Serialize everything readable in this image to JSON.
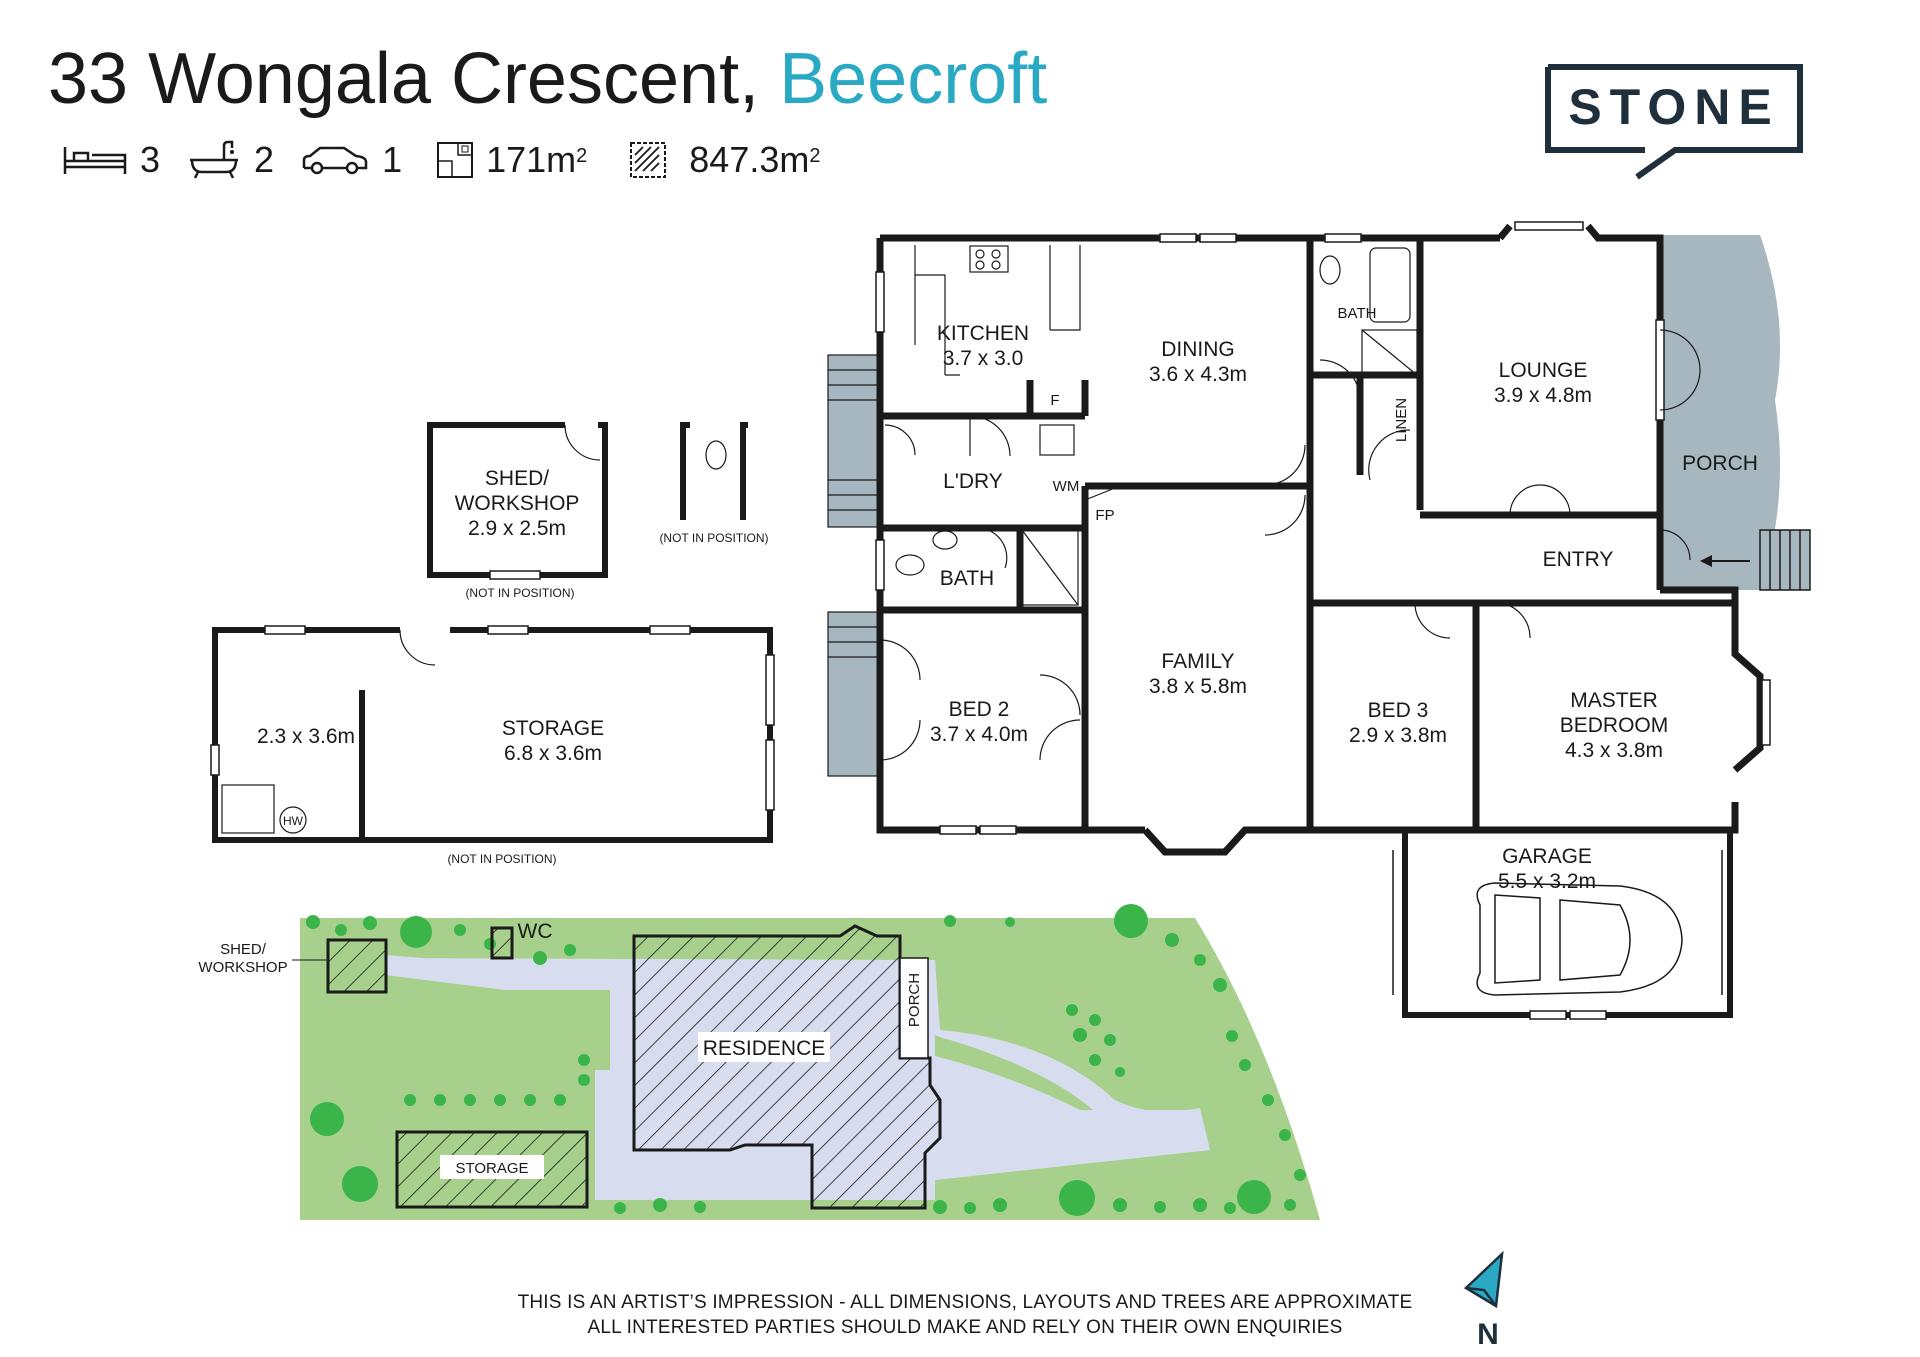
{
  "header": {
    "address_main": "33 Wongala Crescent,",
    "address_suburb": "Beecroft",
    "accent_color": "#2aa9c4"
  },
  "stats": {
    "beds": "3",
    "baths": "2",
    "cars": "1",
    "internal_area": "171m",
    "land_area": "847.3m",
    "superscript": "2",
    "icons": [
      "bed-icon",
      "bath-icon",
      "car-icon",
      "floorplan-icon",
      "land-icon"
    ]
  },
  "brand": {
    "name": "STONE",
    "color": "#1f2f3c"
  },
  "rooms": {
    "kitchen": {
      "name": "KITCHEN",
      "size": "3.7 x 3.0"
    },
    "dining": {
      "name": "DINING",
      "size": "3.6 x 4.3m"
    },
    "bath_top": {
      "name": "BATH"
    },
    "linen": {
      "name": "LINEN"
    },
    "lounge": {
      "name": "LOUNGE",
      "size": "3.9 x 4.8m"
    },
    "porch": {
      "name": "PORCH"
    },
    "fridge": {
      "name": "F"
    },
    "laundry": {
      "name": "L'DRY"
    },
    "wm": {
      "name": "WM"
    },
    "fp": {
      "name": "FP"
    },
    "bath_mid": {
      "name": "BATH"
    },
    "entry": {
      "name": "ENTRY"
    },
    "family": {
      "name": "FAMILY",
      "size": "3.8 x 5.8m"
    },
    "bed2": {
      "name": "BED 2",
      "size": "3.7 x 4.0m"
    },
    "bed3": {
      "name": "BED 3",
      "size": "2.9 x 3.8m"
    },
    "master": {
      "name_line1": "MASTER",
      "name_line2": "BEDROOM",
      "size": "4.3 x 3.8m"
    },
    "garage": {
      "name": "GARAGE",
      "size": "5.5 x 3.2m"
    },
    "shed": {
      "name_line1": "SHED/",
      "name_line2": "WORKSHOP",
      "size": "2.9 x 2.5m",
      "note": "(NOT IN POSITION)"
    },
    "wc_note": "(NOT IN POSITION)",
    "storage_annex": {
      "size": "2.3 x 3.6m",
      "hw": "HW"
    },
    "storage": {
      "name": "STORAGE",
      "size": "6.8 x 3.6m",
      "note": "(NOT IN POSITION)"
    }
  },
  "site": {
    "shed_line1": "SHED/",
    "shed_line2": "WORKSHOP",
    "wc": "WC",
    "porch": "PORCH",
    "residence": "RESIDENCE",
    "storage": "STORAGE",
    "colors": {
      "lawn": "#a8d08d",
      "path": "#d7dcef",
      "tree": "#3bb54a",
      "porch_fill": "#a7b7c0"
    }
  },
  "disclaimer": {
    "line1": "THIS IS AN ARTIST’S IMPRESSION - ALL DIMENSIONS, LAYOUTS AND TREES ARE APPROXIMATE",
    "line2": "ALL INTERESTED PARTIES SHOULD MAKE AND RELY ON THEIR OWN ENQUIRIES"
  },
  "compass": {
    "label": "N"
  }
}
